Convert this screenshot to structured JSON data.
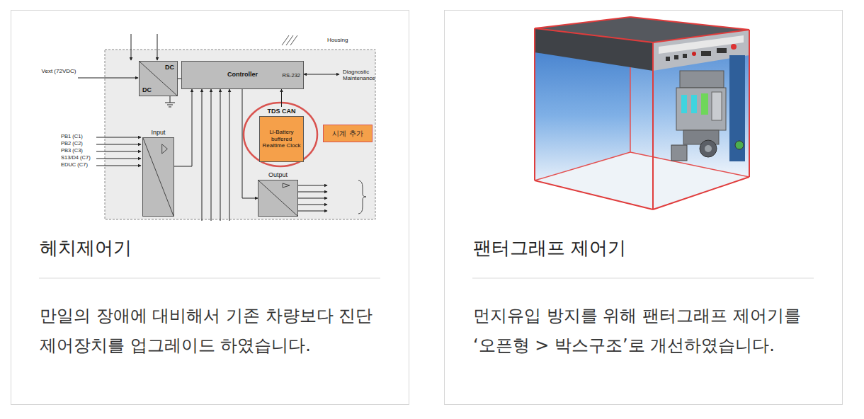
{
  "diagram": {
    "nodes": [
      {
        "text": [
          "헤치제어기",
          "만일의 장애에 대비해서 기존 차량보다 진단제어장치를 업그레이드 하였습니다."
        ]
      },
      {
        "text": [
          "DC",
          "DC"
        ],
        "in": 0
      },
      {
        "text": [
          "Controller",
          "RS-232"
        ],
        "in": 0
      },
      {
        "text": [
          "TDS CAN",
          "Li-Battery buffered Realtime Clock"
        ],
        "in": 0
      },
      {
        "text": [
          "시계 추가"
        ],
        "in": 0
      },
      {
        "text": [
          "Input"
        ],
        "in": 0
      },
      {
        "text": [
          "Output"
        ],
        "in": 0
      },
      {
        "text": [
          "팬터그래프 제어기",
          "먼지유입 방지를 위해 팬터그래프 제어기를 ‘오픈형 > 박스구조’로 개선하였습니다."
        ]
      }
    ],
    "edges": [
      {
        "from": 1,
        "to": 2,
        "arrow": "none"
      },
      {
        "from": 5,
        "to": 2,
        "arrow": "to"
      },
      {
        "from": 3,
        "to": 2,
        "arrow": "to"
      },
      {
        "from": 2,
        "to": 6,
        "arrow": "to"
      }
    ],
    "labels": [
      "Housing",
      "Vext (72VDC)",
      "Diagnostic Maintenance",
      "PB1 (C1)",
      "PB2 (C2)",
      "PB3 (C3)",
      "S13/D4 (C7)",
      "EDUC (C7)"
    ]
  }
}
